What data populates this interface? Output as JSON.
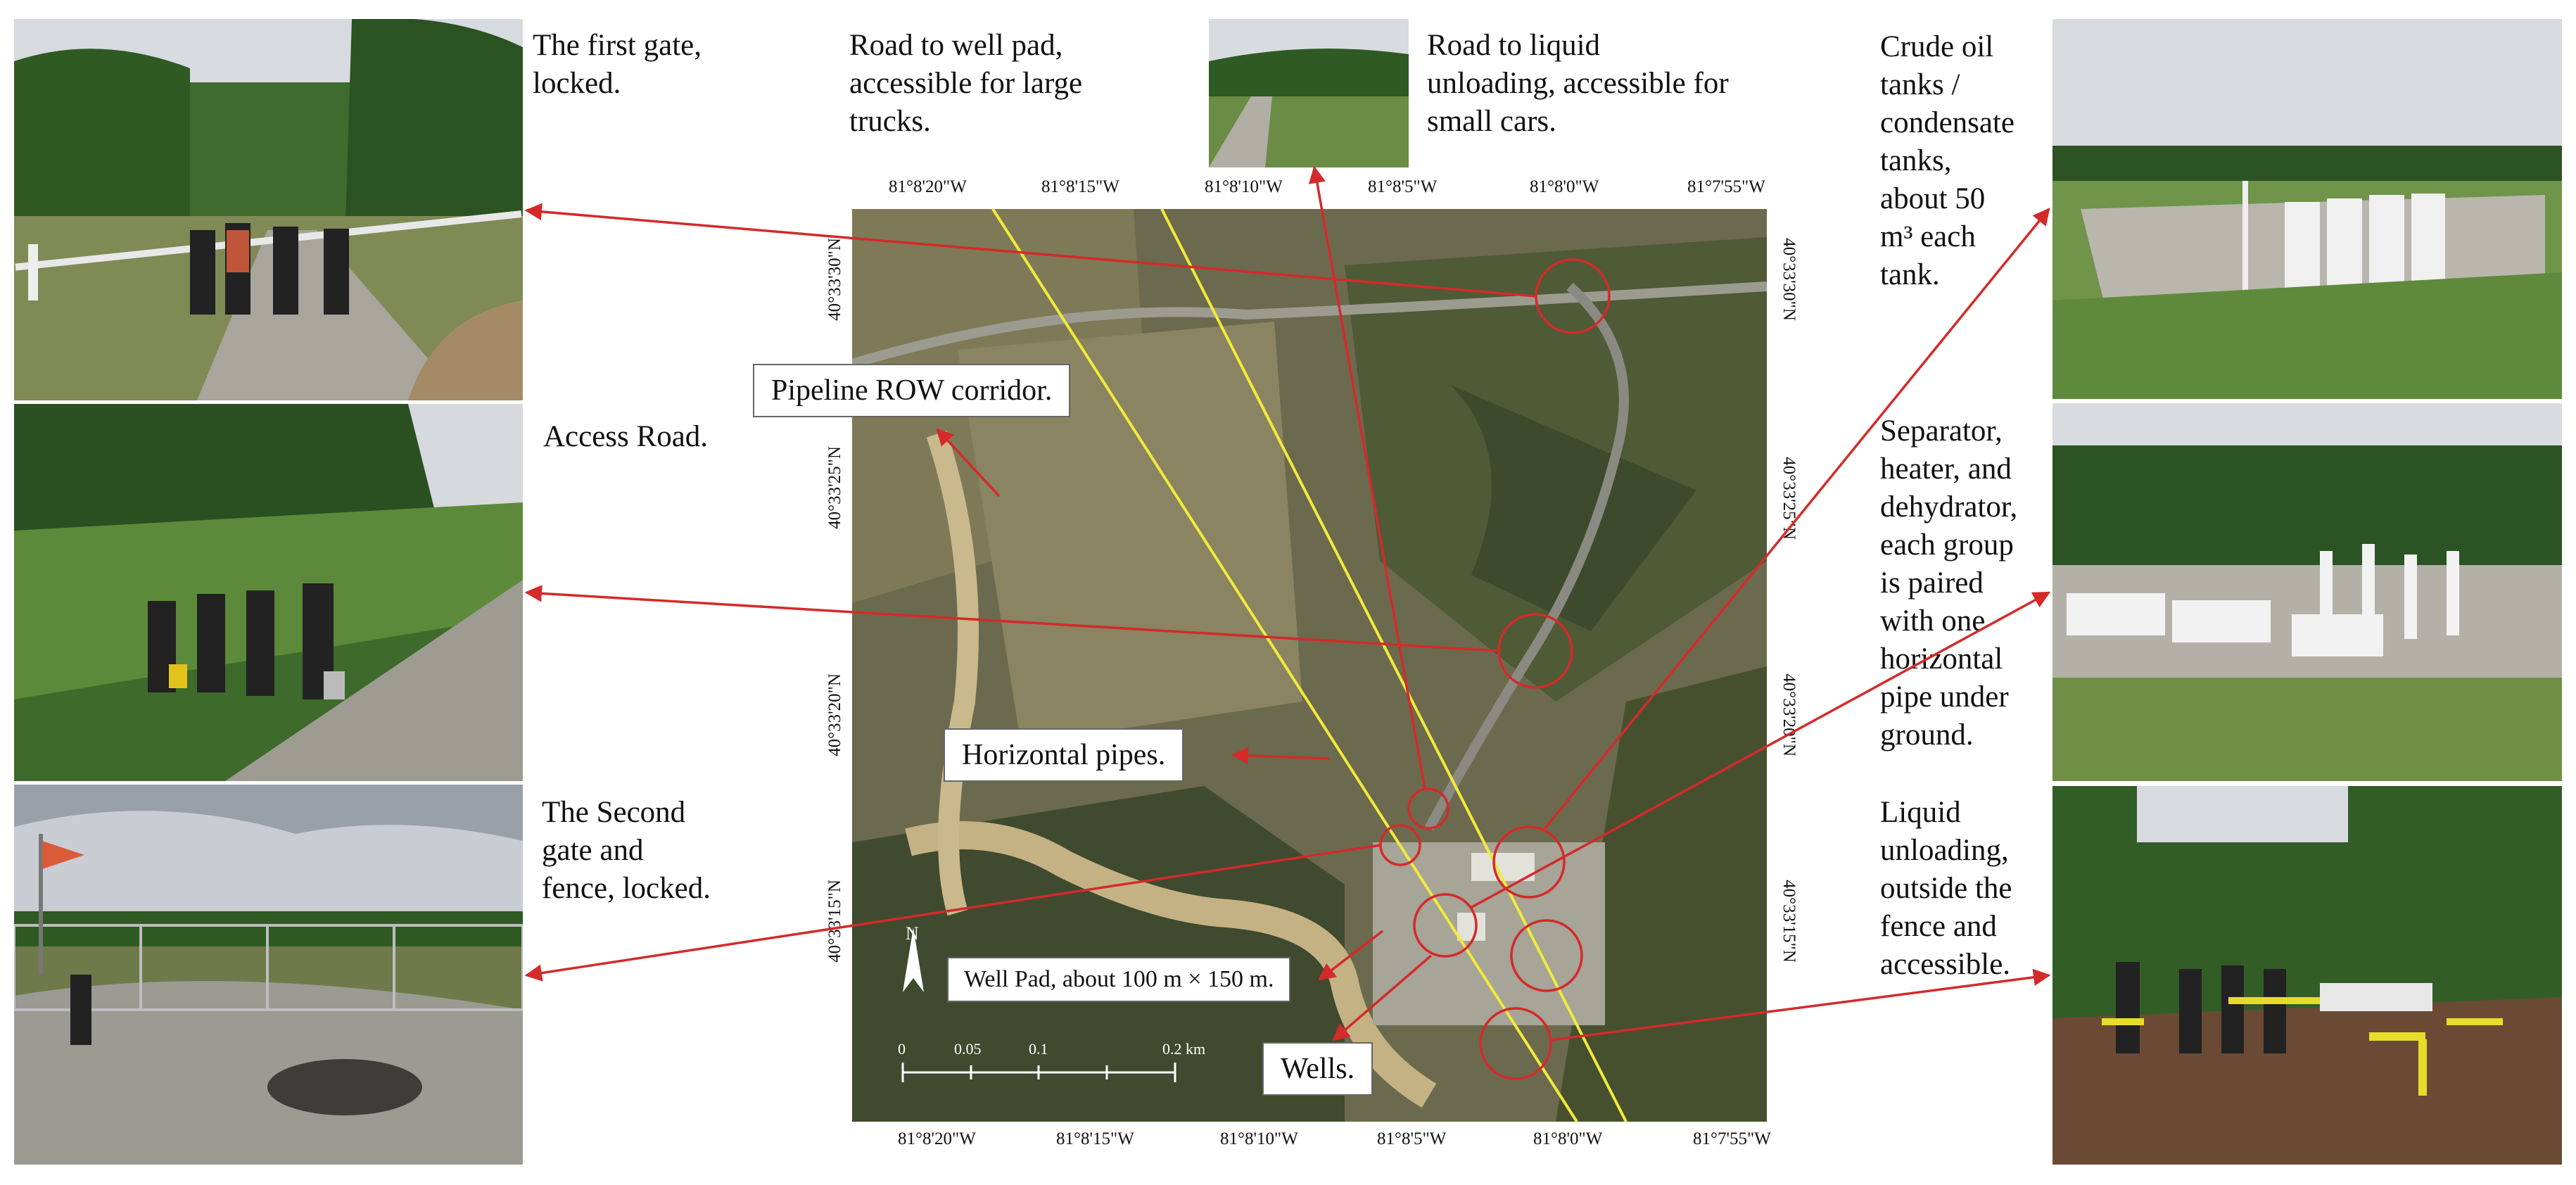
{
  "left_captions": {
    "first_gate": "The first gate,\nlocked.",
    "access_road": "Access Road.",
    "second_gate": "The Second\ngate and\nfence, locked."
  },
  "top_captions": {
    "road_to_well_pad": "Road to well pad,\naccessible for large\ntrucks.",
    "road_to_liquid_unloading": "Road to liquid\nunloading, accessible for\nsmall cars."
  },
  "right_captions": {
    "crude_oil_tanks": "Crude oil\ntanks /\ncondensate\ntanks,\nabout 50\nm³ each\ntank.",
    "separator": "Separator,\nheater, and\ndehydrator,\neach group\nis paired\nwith one\nhorizontal\npipe under\nground.",
    "liquid_unloading": "Liquid\nunloading,\noutside the\nfence and\naccessible."
  },
  "map": {
    "top_ticks": [
      "81°8'20\"W",
      "81°8'15\"W",
      "81°8'10\"W",
      "81°8'5\"W",
      "81°8'0\"W",
      "81°7'55\"W"
    ],
    "bottom_ticks": [
      "81°8'20\"W",
      "81°8'15\"W",
      "81°8'10\"W",
      "81°8'5\"W",
      "81°8'0\"W",
      "81°7'55\"W"
    ],
    "left_ticks": [
      "40°33'30\"N",
      "40°33'25\"N",
      "40°33'20\"N",
      "40°33'15\"N"
    ],
    "right_ticks": [
      "40°33'30\"N",
      "40°33'25\"N",
      "40°33'20\"N",
      "40°33'15\"N"
    ],
    "north_label": "N",
    "scale_labels": [
      "0",
      "0.05",
      "0.1",
      "0.2 km"
    ]
  },
  "map_labels": {
    "pipeline_row": "Pipeline ROW corridor.",
    "horizontal_pipes": "Horizontal pipes.",
    "well_pad": "Well Pad, about 100 m × 150 m.",
    "wells": "Wells."
  },
  "colors": {
    "annotation_red": "#d42a2a",
    "pipeline_yellow": "#f2ea3a",
    "foliage_green": "#4f7a36",
    "sky_gray": "#cfd3d8"
  }
}
